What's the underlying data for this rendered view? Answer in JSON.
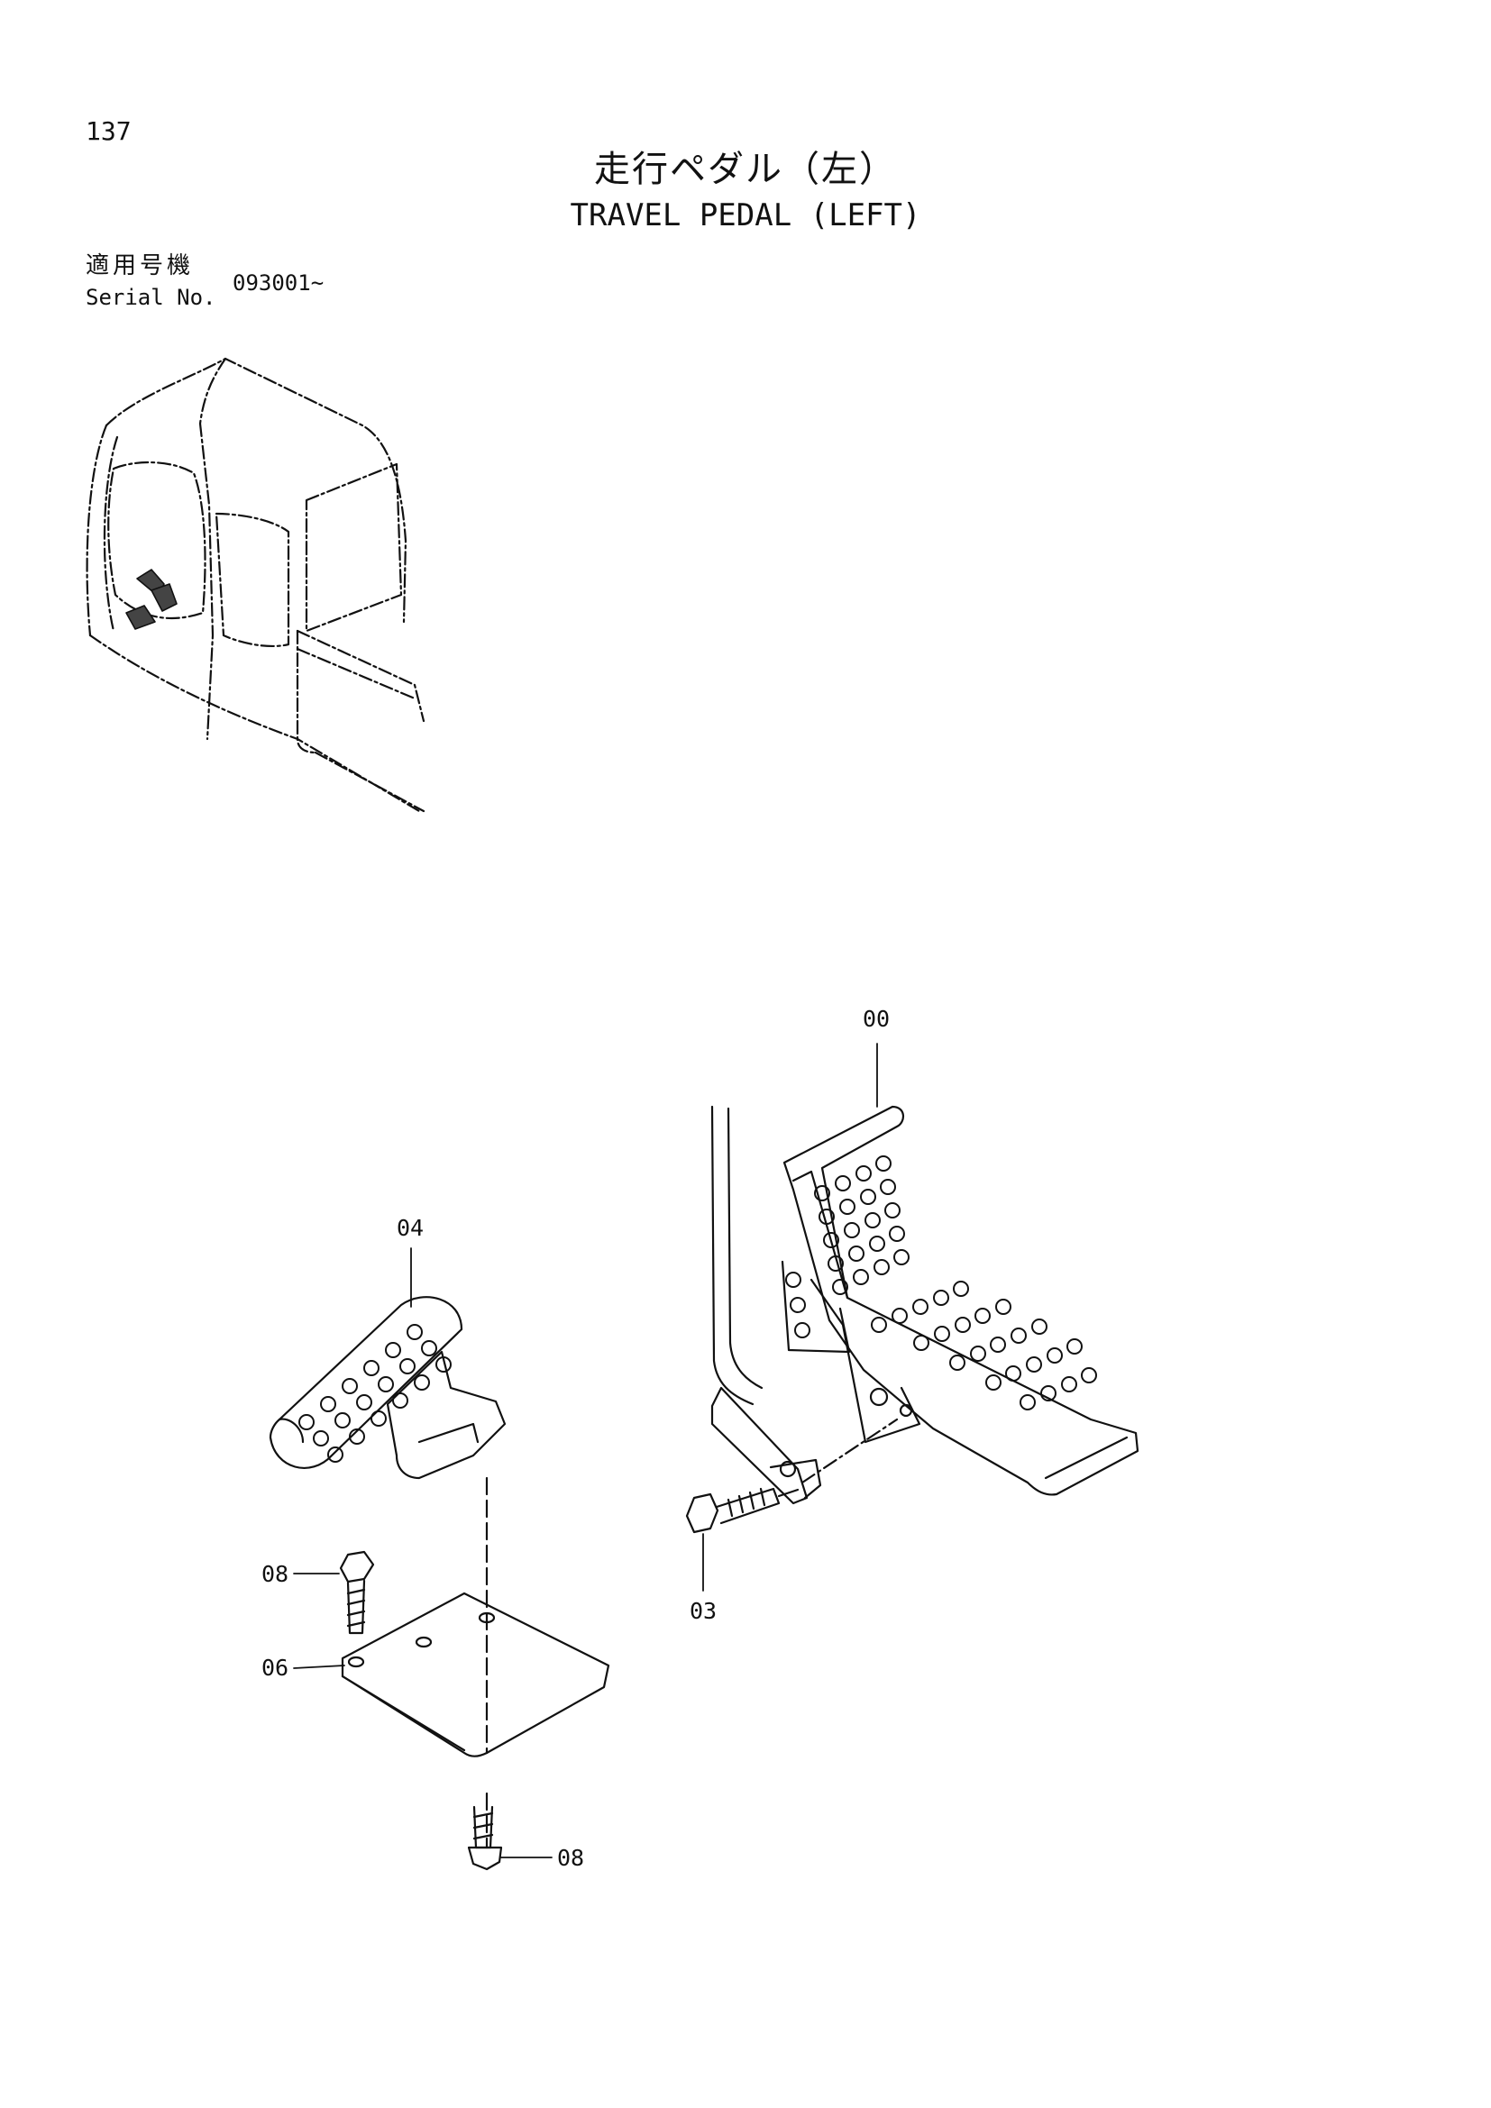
{
  "header": {
    "page_number": "137",
    "title_jp": "走行ペダル（左）",
    "title_en": "TRAVEL PEDAL (LEFT)"
  },
  "serial": {
    "label_jp": "適用号機",
    "label_en": "Serial No.",
    "value": "093001~"
  },
  "callouts": {
    "part_00": "00",
    "part_04": "04",
    "part_03": "03",
    "part_08_top": "08",
    "part_06": "06",
    "part_08_bottom": "08"
  }
}
